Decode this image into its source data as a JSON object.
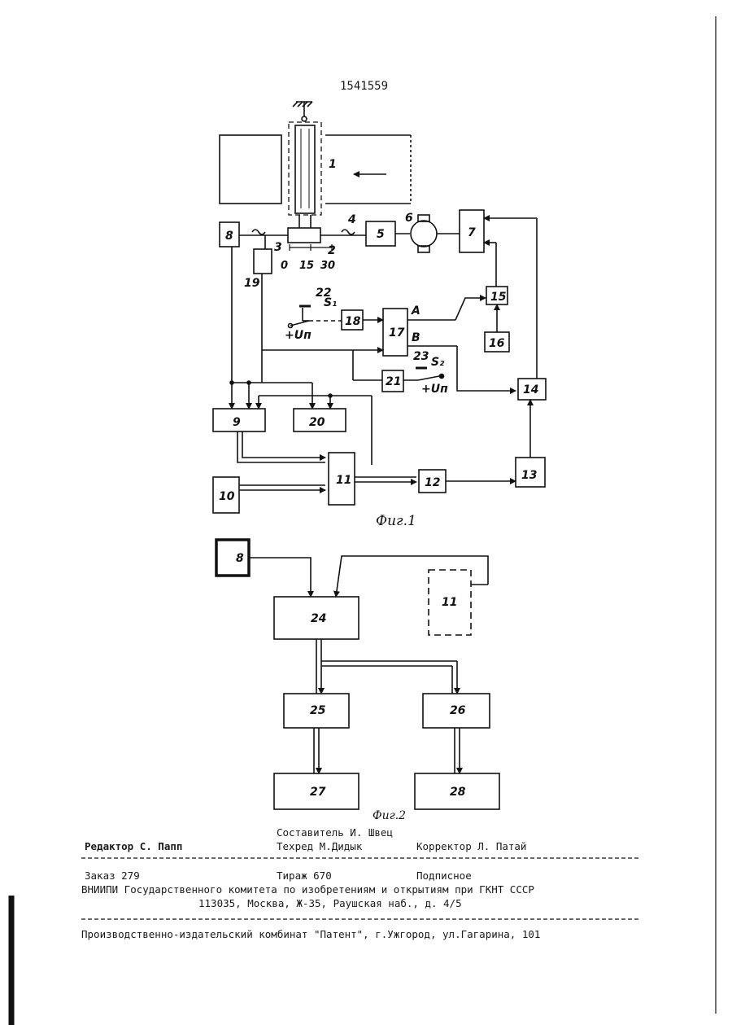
{
  "patent_number": "1541559",
  "figures": {
    "fig1_caption": "Фиг.1",
    "fig2_caption": "Фиг.2",
    "fig1_scale": [
      "0",
      "15",
      "30"
    ],
    "switch1": {
      "number": "22",
      "label": "S₁",
      "supply": "+Uп"
    },
    "switch2": {
      "number": "23",
      "label": "S₂",
      "supply": "+Uп"
    },
    "output_a": "А",
    "output_b": "В",
    "fig1_blocks": [
      "1",
      "2",
      "3",
      "4",
      "5",
      "6",
      "7",
      "8",
      "9",
      "10",
      "11",
      "12",
      "13",
      "14",
      "15",
      "16",
      "17",
      "18",
      "19",
      "20",
      "21"
    ],
    "fig2_blocks": [
      "8",
      "11",
      "24",
      "25",
      "26",
      "27",
      "28"
    ]
  },
  "imprint": {
    "compiler": "Составитель И. Швец",
    "editor": "Редактор С. Папп",
    "techred": "Техред М.Дидык",
    "corrector": "Корректор Л. Патай",
    "order": "Заказ 279",
    "circulation": "Тираж 670",
    "subscription": "Подписное",
    "institute": "ВНИИПИ Государственного комитета по изобретениям и открытиям при ГКНТ СССР",
    "address": "113035, Москва, Ж-35, Раушская наб., д. 4/5",
    "publisher": "Производственно-издательский комбинат \"Патент\", г.Ужгород, ул.Гагарина, 101"
  }
}
